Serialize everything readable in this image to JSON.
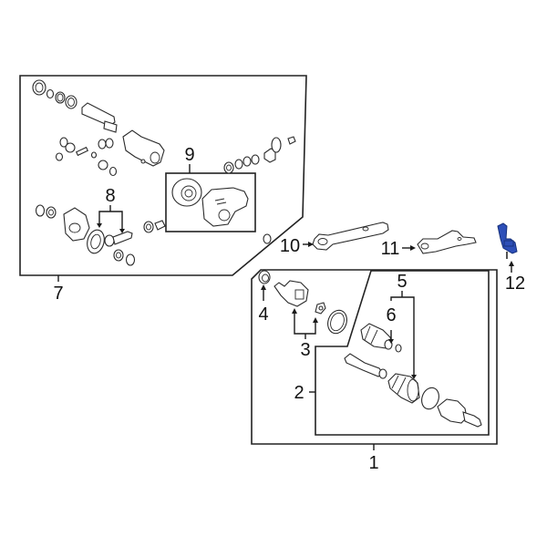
{
  "diagram": {
    "title": "Front Axle / Differential & CV Axle Assembly exploded view",
    "highlight_color": "#2d4fb8",
    "line_color": "#1a1a1a",
    "background": "#ffffff"
  },
  "callouts": [
    {
      "id": "1",
      "label": "1",
      "part": "Front axle shaft assembly (group box)"
    },
    {
      "id": "2",
      "label": "2",
      "part": "CV axle shaft (inner box)"
    },
    {
      "id": "3",
      "label": "3",
      "part": "Inner CV joint / tripod"
    },
    {
      "id": "4",
      "label": "4",
      "part": "Seal"
    },
    {
      "id": "5",
      "label": "5",
      "part": "CV boot kit"
    },
    {
      "id": "6",
      "label": "6",
      "part": "Boot clamp"
    },
    {
      "id": "7",
      "label": "7",
      "part": "Differential assembly (group box)"
    },
    {
      "id": "8",
      "label": "8",
      "part": "Ring and pinion gear set"
    },
    {
      "id": "9",
      "label": "9",
      "part": "Differential housing / carrier"
    },
    {
      "id": "10",
      "label": "10",
      "part": "Bracket"
    },
    {
      "id": "11",
      "label": "11",
      "part": "Bracket"
    },
    {
      "id": "12",
      "label": "12",
      "part": "Sensor (highlighted)"
    }
  ]
}
